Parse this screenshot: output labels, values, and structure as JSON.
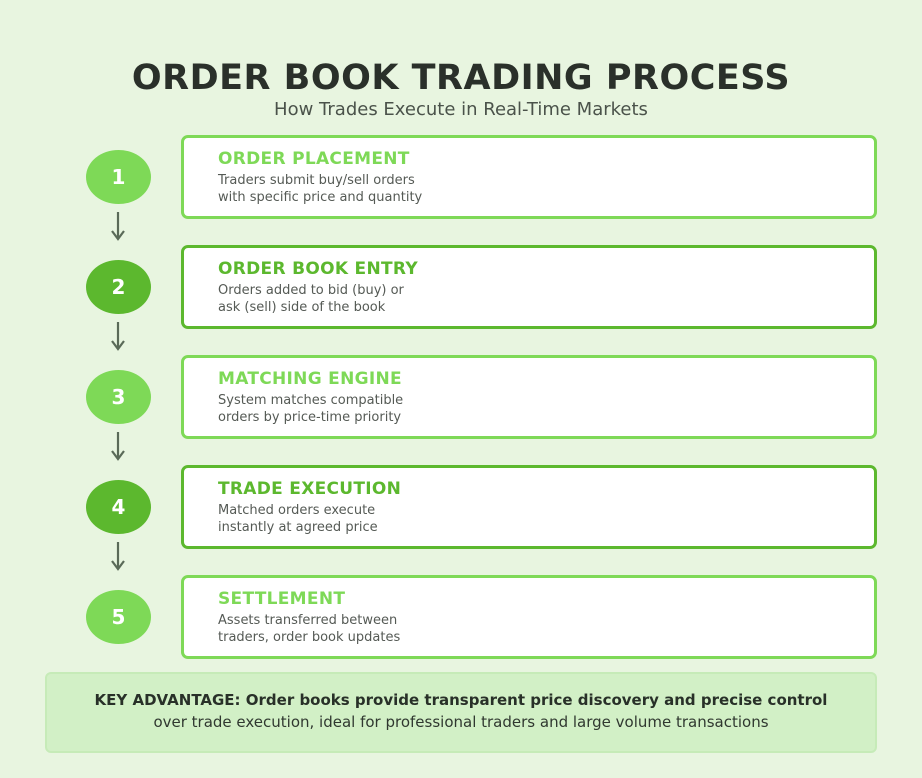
{
  "header": {
    "title": "ORDER BOOK TRADING PROCESS",
    "subtitle": "How Trades Execute in Real-Time Markets"
  },
  "colors": {
    "background": "#e8f5e0",
    "light_green": "#7ed957",
    "dark_green": "#5cb82e",
    "arrow": "#5a6a58",
    "footer_bg": "#d2f0c6"
  },
  "steps": [
    {
      "number": "1",
      "title": "ORDER PLACEMENT",
      "desc_line1": "Traders submit buy/sell orders",
      "desc_line2": "with specific price and quantity",
      "color": "#7ed957"
    },
    {
      "number": "2",
      "title": "ORDER BOOK ENTRY",
      "desc_line1": "Orders added to bid (buy) or",
      "desc_line2": "ask (sell) side of the book",
      "color": "#5cb82e"
    },
    {
      "number": "3",
      "title": "MATCHING ENGINE",
      "desc_line1": "System matches compatible",
      "desc_line2": "orders by price-time priority",
      "color": "#7ed957"
    },
    {
      "number": "4",
      "title": "TRADE EXECUTION",
      "desc_line1": "Matched orders execute",
      "desc_line2": "instantly at agreed price",
      "color": "#5cb82e"
    },
    {
      "number": "5",
      "title": "SETTLEMENT",
      "desc_line1": "Assets transferred between",
      "desc_line2": "traders, order book updates",
      "color": "#7ed957"
    }
  ],
  "footer": {
    "line1": "KEY ADVANTAGE: Order books provide transparent price discovery and precise control",
    "line2": "over trade execution, ideal for professional traders and large volume transactions"
  }
}
